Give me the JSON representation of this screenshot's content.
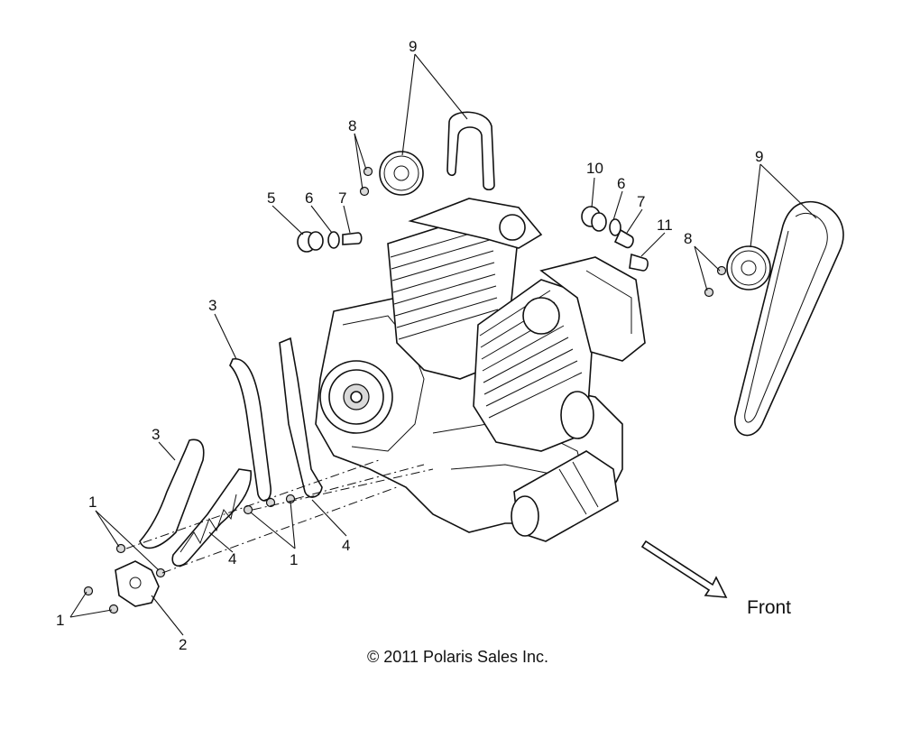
{
  "callouts": {
    "c1a": "1",
    "c1b": "1",
    "c1c": "1",
    "c2": "2",
    "c3a": "3",
    "c3b": "3",
    "c4a": "4",
    "c4b": "4",
    "c5": "5",
    "c6a": "6",
    "c6b": "6",
    "c7a": "7",
    "c7b": "7",
    "c8a": "8",
    "c8b": "8",
    "c9a": "9",
    "c9b": "9",
    "c10": "10",
    "c11": "11"
  },
  "front_label": "Front",
  "copyright": "© 2011 Polaris Sales Inc."
}
